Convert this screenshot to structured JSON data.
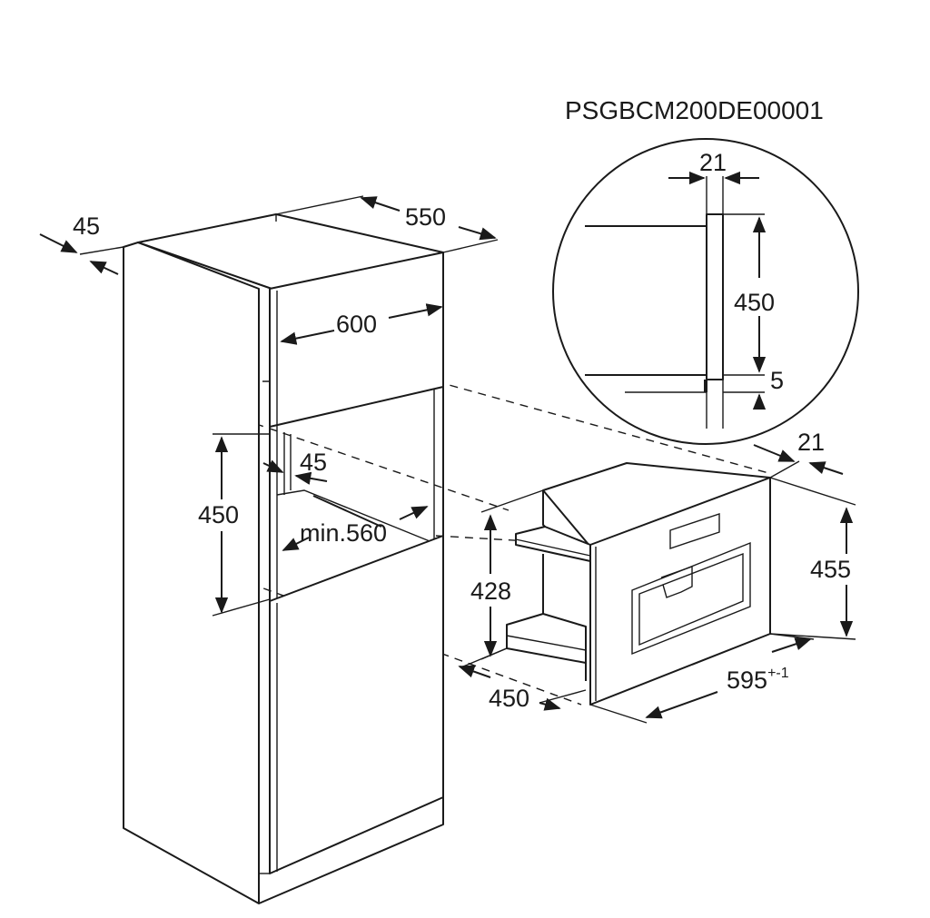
{
  "product_code": "PSGBCM200DE00001",
  "cabinet": {
    "side_panel_depth": "45",
    "depth": "550",
    "width": "600",
    "niche_height": "450",
    "side_offset": "45",
    "niche_width": "min.560"
  },
  "appliance": {
    "depth": "450",
    "body_height": "428",
    "front_height": "455",
    "front_width_value": "595",
    "front_width_tolerance": "+-1",
    "front_thickness": "21"
  },
  "detail": {
    "panel_thickness": "21",
    "height": "450",
    "gap": "5"
  }
}
